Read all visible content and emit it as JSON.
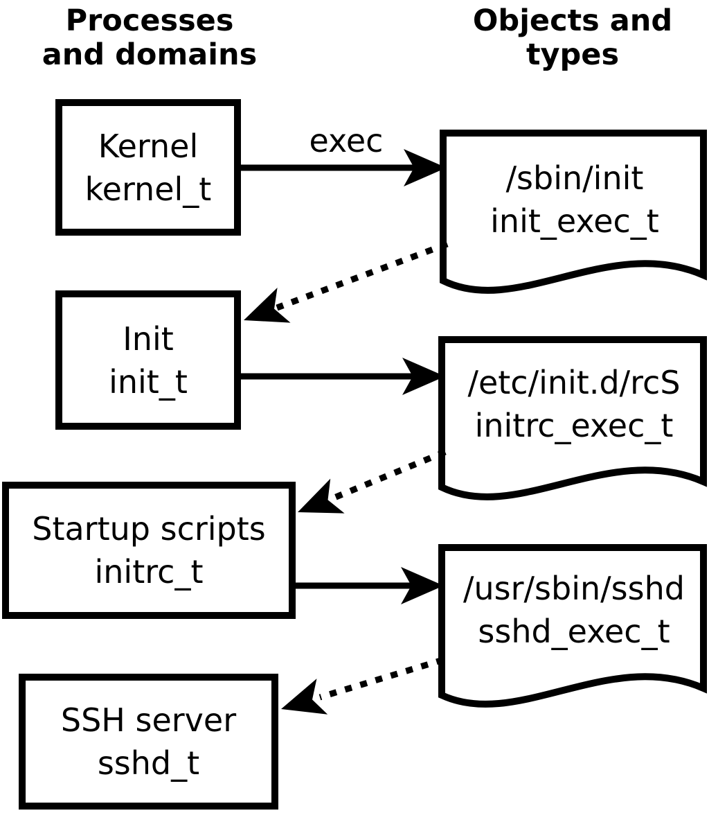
{
  "headings": {
    "left": {
      "line1": "Processes",
      "line2": "and domains"
    },
    "right": {
      "line1": "Objects and",
      "line2": "types"
    }
  },
  "processes": [
    {
      "name": "Kernel",
      "domain": "kernel_t"
    },
    {
      "name": "Init",
      "domain": "init_t"
    },
    {
      "name": "Startup scripts",
      "domain": "initrc_t"
    },
    {
      "name": "SSH server",
      "domain": "sshd_t"
    }
  ],
  "objects": [
    {
      "path": "/sbin/init",
      "type": "init_exec_t"
    },
    {
      "path": "/etc/init.d/rcS",
      "type": "initrc_exec_t"
    },
    {
      "path": "/usr/sbin/sshd",
      "type": "sshd_exec_t"
    }
  ],
  "labels": {
    "exec": "exec"
  },
  "colors": {
    "foreground": "#000000",
    "background": "#ffffff"
  }
}
